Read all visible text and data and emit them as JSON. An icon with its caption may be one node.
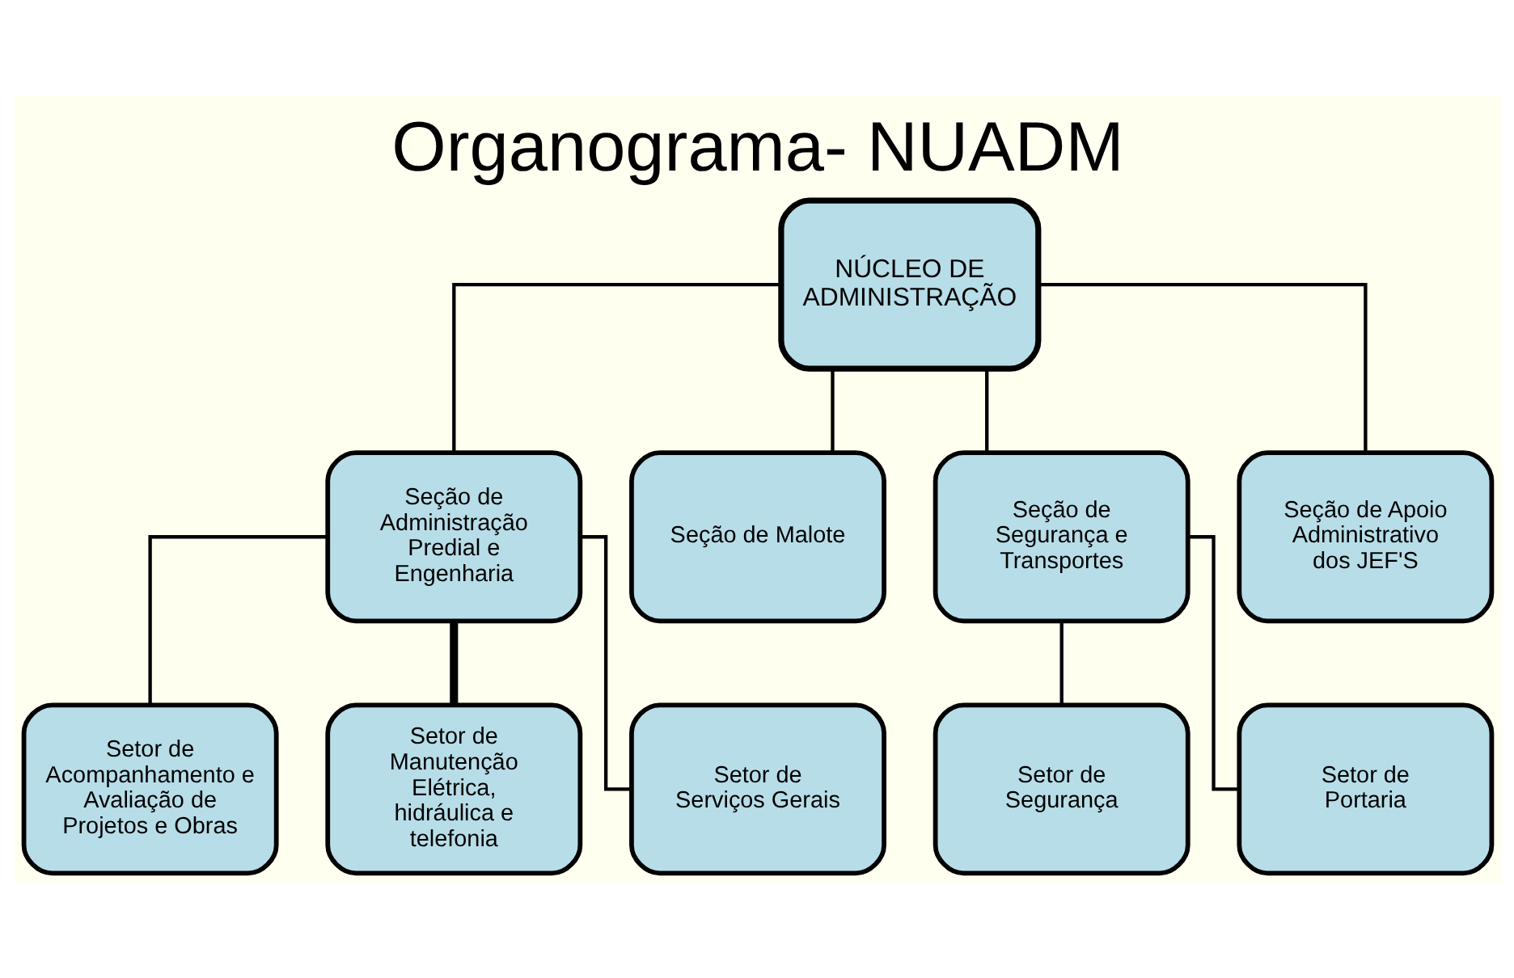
{
  "diagram": {
    "title": "Organograma- NUADM",
    "nodes": [
      {
        "text": [
          "NÚCLEO DE ADMINISTRAÇÃO"
        ]
      },
      {
        "text": [
          "Seção de Administração Predial e Engenharia"
        ]
      },
      {
        "text": [
          "Seção de Malote"
        ]
      },
      {
        "text": [
          "Seção de Segurança e Transportes"
        ]
      },
      {
        "text": [
          "Seção de Apoio Administrativo dos JEF'S"
        ]
      },
      {
        "text": [
          "Setor de Acompanhamento e Avaliação de Projetos e Obras"
        ]
      },
      {
        "text": [
          "Setor de Manutenção Elétrica, hidráulica e telefonia"
        ]
      },
      {
        "text": [
          "Setor de Serviços Gerais"
        ]
      },
      {
        "text": [
          "Setor de Segurança"
        ]
      },
      {
        "text": [
          "Setor de Portaria"
        ]
      }
    ],
    "edges": [
      {
        "from": 0,
        "to": 1,
        "arrow": "none"
      },
      {
        "from": 0,
        "to": 2,
        "arrow": "none"
      },
      {
        "from": 0,
        "to": 3,
        "arrow": "none"
      },
      {
        "from": 0,
        "to": 4,
        "arrow": "none"
      },
      {
        "from": 1,
        "to": 5,
        "arrow": "none"
      },
      {
        "from": 1,
        "to": 6,
        "arrow": "none",
        "style": "thick"
      },
      {
        "from": 1,
        "to": 7,
        "arrow": "none"
      },
      {
        "from": 3,
        "to": 8,
        "arrow": "none"
      },
      {
        "from": 3,
        "to": 9,
        "arrow": "none"
      }
    ]
  }
}
